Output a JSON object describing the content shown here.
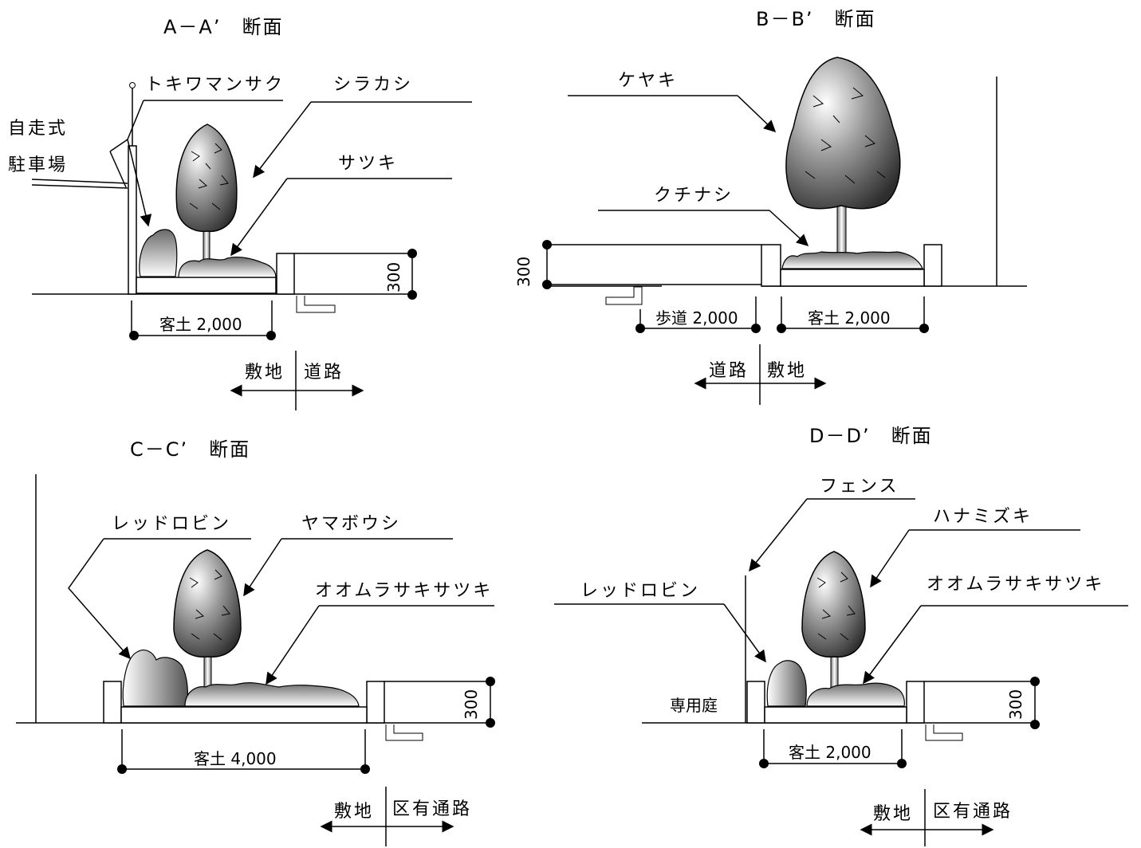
{
  "sections": {
    "a": {
      "title": "A－A’　断面",
      "labels": {
        "tree1": "トキワマンサク",
        "tree2": "シラカシ",
        "shrub": "サツキ",
        "parking_1": "自走式",
        "parking_2": "駐車場"
      },
      "dim_width": "客土 2,000",
      "dim_height": "300",
      "left_side": "敷地",
      "right_side": "道路"
    },
    "b": {
      "title": "B－B’　断面",
      "labels": {
        "tree": "ケヤキ",
        "shrub": "クチナシ"
      },
      "dim_walk": "歩道 2,000",
      "dim_width": "客土 2,000",
      "dim_height": "300",
      "left_side": "道路",
      "right_side": "敷地"
    },
    "c": {
      "title": "C－C’　断面",
      "labels": {
        "hedge": "レッドロビン",
        "tree": "ヤマボウシ",
        "shrub": "オオムラサキサツキ"
      },
      "dim_width": "客土 4,000",
      "dim_height": "300",
      "left_side": "敷地",
      "right_side": "区有通路"
    },
    "d": {
      "title": "D－D’　断面",
      "labels": {
        "fence": "フェンス",
        "tree": "ハナミズキ",
        "hedge": "レッドロビン",
        "shrub": "オオムラサキサツキ",
        "garden": "専用庭"
      },
      "dim_width": "客土 2,000",
      "dim_height": "300",
      "left_side": "敷地",
      "right_side": "区有通路"
    }
  },
  "colors": {
    "line": "#000000",
    "background": "#ffffff",
    "tree_dark": "#3a3a3a",
    "tree_light": "#ffffff"
  }
}
